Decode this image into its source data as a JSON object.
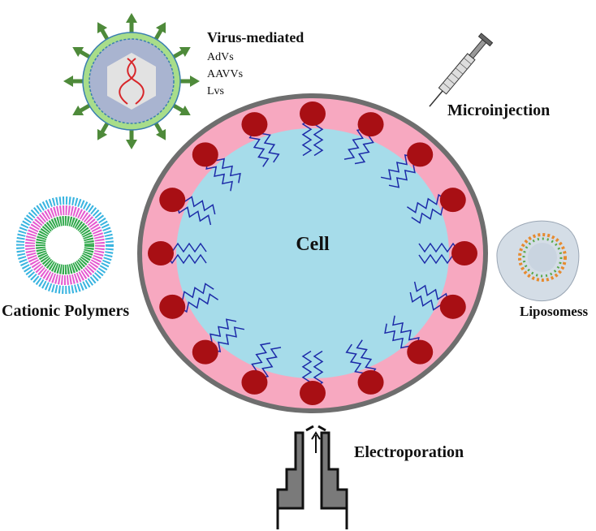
{
  "center": {
    "label": "Cell"
  },
  "methods": {
    "virus": {
      "title": "Virus-mediated",
      "types": [
        "AdVs",
        "AAVVs",
        "Lvs"
      ]
    },
    "microinjection": {
      "label": "Microinjection"
    },
    "cationic_polymers": {
      "label": "Cationic Polymers"
    },
    "liposomes": {
      "label": "Liposomess"
    },
    "electroporation": {
      "label": "Electroporation"
    }
  },
  "colors": {
    "membrane_outer": "#6e6e6e",
    "membrane": "#f7a8c0",
    "cytoplasm": "#a6dcea",
    "lipid_head": "#a80f14",
    "lipid_tail": "#1c2aa8",
    "virus_spike": "#4e8a3a",
    "virus_capsid": "#a8dd8a",
    "virus_core": "#a9b4d0"
  }
}
